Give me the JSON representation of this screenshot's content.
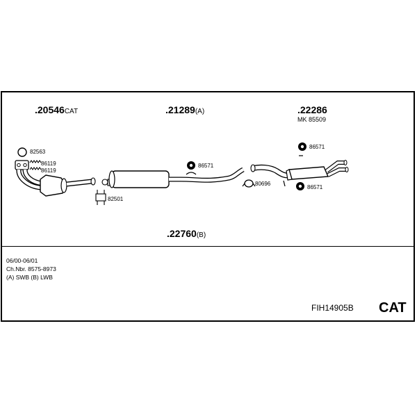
{
  "groups": {
    "g1": {
      "number": ".20546",
      "suffix": "CAT"
    },
    "g2": {
      "number": ".21289",
      "suffix": "(A)"
    },
    "g3": {
      "number": ".22286",
      "sub": "MK  85509"
    },
    "g4": {
      "number": ".22760",
      "suffix": "(B)"
    }
  },
  "parts": {
    "p82563": "82563",
    "p86119a": "86119",
    "p86119b": "86119",
    "p82501": "82501",
    "p86571a": "86571",
    "p80696": "80696",
    "p86571b": "86571",
    "p86571c": "86571"
  },
  "info": {
    "line1": "06/00-06/01",
    "line2": "Ch.Nbr. 8575-8973",
    "line3": "(A) SWB (B) LWB"
  },
  "footer": {
    "code": "FIH14905B",
    "cat": "CAT"
  },
  "icons": [
    "gasket-ring-icon",
    "exhaust-flange-icon",
    "spring-bolt-icon",
    "clamp-icon",
    "rubber-hanger-icon",
    "hanger-ring-icon"
  ]
}
